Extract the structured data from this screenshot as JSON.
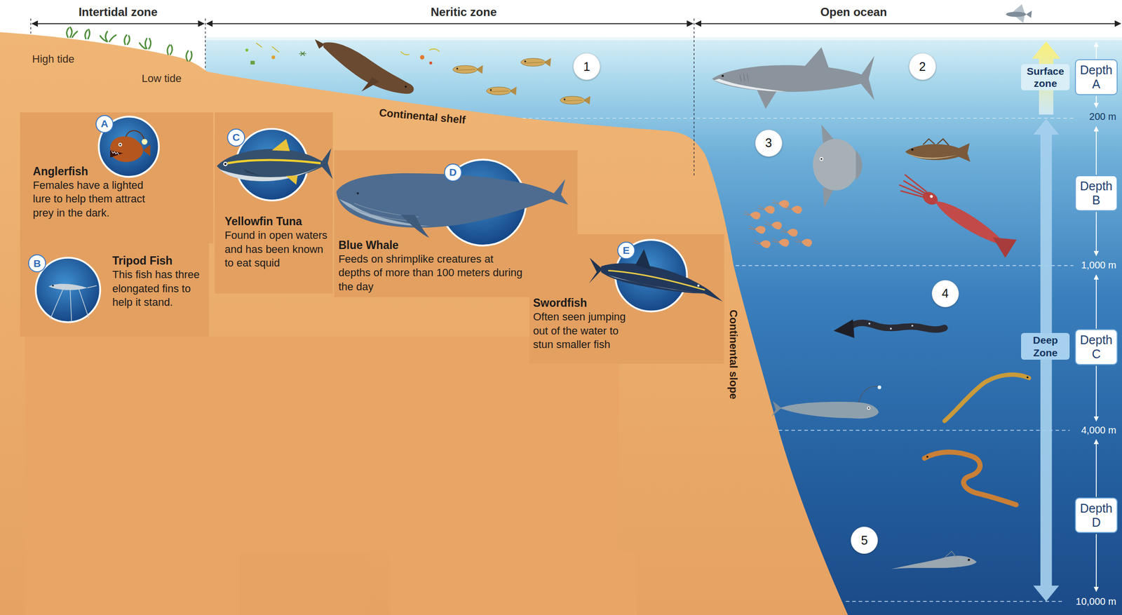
{
  "diagram": {
    "nodes": [
      {
        "text": [
          "1"
        ]
      },
      {
        "text": [
          "2"
        ]
      },
      {
        "text": [
          "Depth A"
        ]
      },
      {
        "text": [
          "Anglerfish",
          "Females have a lighted lure to help them attract prey in the dark."
        ]
      },
      {
        "text": [
          "A"
        ],
        "in": 3
      },
      {
        "text": [
          "Yellowfin Tuna",
          "Found in open waters and has been known to eat squid"
        ]
      },
      {
        "text": [
          "C"
        ],
        "in": 5
      },
      {
        "text": [
          "3"
        ]
      },
      {
        "text": [
          "Blue Whale",
          "Feeds on shrimplike creatures at depths of more than 100 meters during the day"
        ]
      },
      {
        "text": [
          "D"
        ],
        "in": 8
      },
      {
        "text": [
          "Depth B"
        ]
      },
      {
        "text": [
          "Tripod Fish",
          "This fish has three elongated fins to help it stand."
        ]
      },
      {
        "text": [
          "B"
        ],
        "in": 11
      },
      {
        "text": [
          "Swordfish",
          "Often seen jumping out of the water to stun smaller fish"
        ]
      },
      {
        "text": [
          "E"
        ],
        "in": 13
      },
      {
        "text": [
          "4"
        ]
      },
      {
        "text": [
          "Depth C"
        ]
      },
      {
        "text": [
          "Depth D"
        ]
      },
      {
        "text": [
          "5"
        ]
      }
    ],
    "labels": [
      "Intertidal zone",
      "Neritic zone",
      "Open ocean",
      "High tide",
      "Low tide",
      "Continental shelf",
      "Surface zone",
      "200 m",
      "1,000 m",
      "Continental slope",
      "Deep Zone",
      "4,000 m",
      "10,000 m"
    ]
  }
}
